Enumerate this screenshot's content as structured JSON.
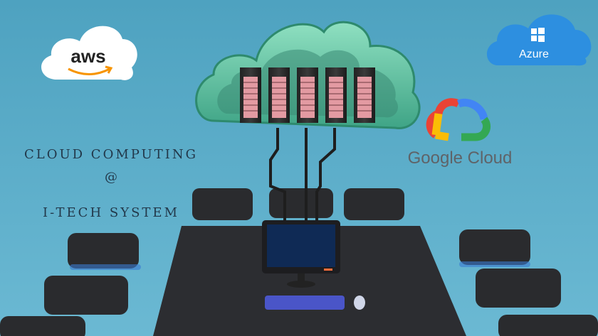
{
  "headline": {
    "line1": "CLOUD COMPUTING",
    "line2": "@",
    "line3": "I-TECH SYSTEM"
  },
  "logos": {
    "aws": "aws",
    "azure": "Azure",
    "google_cloud": "Google Cloud"
  },
  "colors": {
    "background": "#55a6c3",
    "cloud": "#5cc3a2",
    "server": "#e39aa2",
    "pad": "#2a2b2e",
    "azure": "#2d8fe0",
    "google_blue": "#4285f4",
    "google_red": "#ea4335",
    "google_yellow": "#fbbc05",
    "google_green": "#34a853",
    "aws_orange": "#f79400"
  },
  "icons": [
    "aws-logo",
    "azure-logo",
    "google-cloud-logo",
    "cloud-server-rack",
    "monitor",
    "keyboard",
    "mouse"
  ]
}
